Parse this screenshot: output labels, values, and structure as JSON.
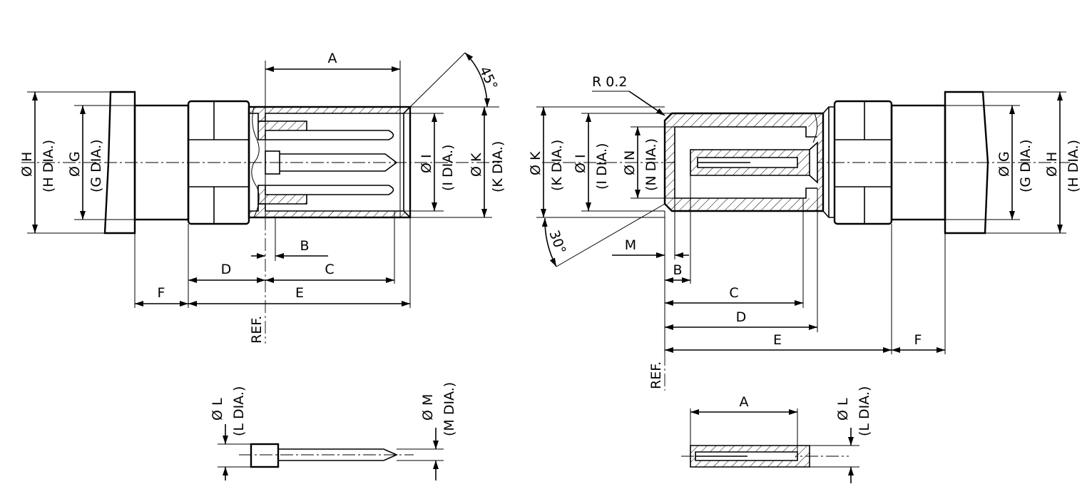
{
  "left_view": {
    "dims": {
      "A": "A",
      "B": "B",
      "C": "C",
      "D": "D",
      "E": "E",
      "F": "F",
      "ref": "REF.",
      "angle": "45°",
      "dia_H": "Ø H",
      "dia_H_sub": "(H DIA.)",
      "dia_G": "Ø G",
      "dia_G_sub": "(G DIA.)",
      "dia_I": "Ø I",
      "dia_I_sub": "(I DIA.)",
      "dia_K": "Ø K",
      "dia_K_sub": "(K DIA.)"
    }
  },
  "right_view": {
    "dims": {
      "radius": "R 0.2",
      "M": "M",
      "B": "B",
      "C": "C",
      "D": "D",
      "E": "E",
      "F": "F",
      "ref": "REF.",
      "angle": "30°",
      "dia_K": "Ø K",
      "dia_K_sub": "(K DIA.)",
      "dia_I": "Ø I",
      "dia_I_sub": "(I DIA.)",
      "dia_N": "Ø N",
      "dia_N_sub": "(N DIA.)",
      "dia_G": "Ø G",
      "dia_G_sub": "(G DIA.)",
      "dia_H": "Ø H",
      "dia_H_sub": "(H DIA.)"
    }
  },
  "pin_detail": {
    "dia_L": "Ø L",
    "dia_L_sub": "(L DIA.)",
    "dia_M": "Ø M",
    "dia_M_sub": "(M DIA.)"
  },
  "socket_detail": {
    "A": "A",
    "dia_L": "Ø L",
    "dia_L_sub": "(L DIA.)"
  }
}
